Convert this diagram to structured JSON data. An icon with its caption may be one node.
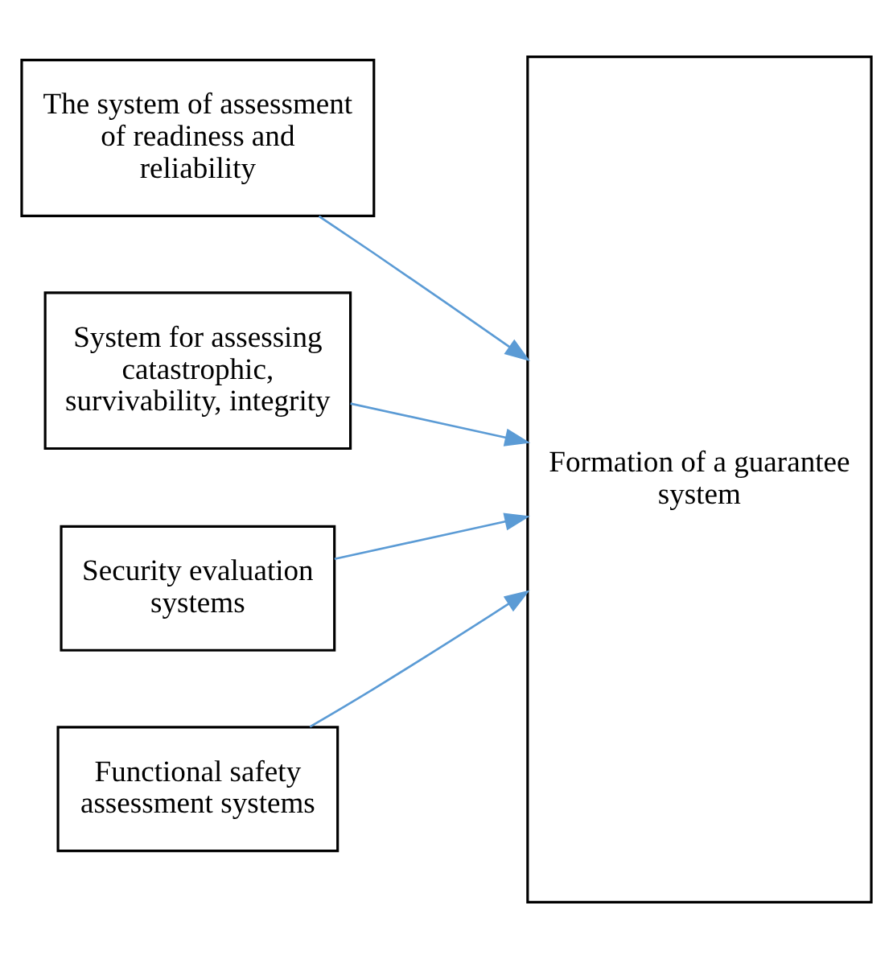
{
  "diagram": {
    "nodes": [
      {
        "text": [
          "The system of assessment of readiness and reliability"
        ]
      },
      {
        "text": [
          "System for assessing catastrophic, survivability, integrity"
        ]
      },
      {
        "text": [
          "Security evaluation systems"
        ]
      },
      {
        "text": [
          "Functional safety assessment systems"
        ]
      },
      {
        "text": [
          "Formation of a guarantee system"
        ]
      }
    ],
    "edges": [
      {
        "from": 0,
        "to": 4,
        "arrow": "to",
        "color": "#5b9bd5"
      },
      {
        "from": 1,
        "to": 4,
        "arrow": "to",
        "color": "#5b9bd5"
      },
      {
        "from": 2,
        "to": 4,
        "arrow": "to",
        "color": "#5b9bd5"
      },
      {
        "from": 3,
        "to": 4,
        "arrow": "to",
        "color": "#5b9bd5"
      }
    ]
  }
}
